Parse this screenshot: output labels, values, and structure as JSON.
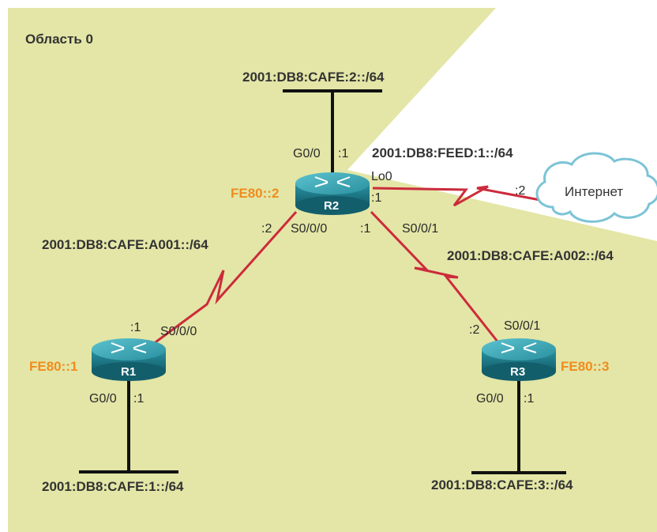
{
  "area_label": "Область 0",
  "colors": {
    "area_fill": "#e3e6a6",
    "serial_link": "#cc2b3c",
    "link_local": "#f08c1e",
    "router_body": "#1c7a8a",
    "cloud_outline": "#7bc4d6"
  },
  "routers": {
    "r1": {
      "name": "R1",
      "link_local": "FE80::1"
    },
    "r2": {
      "name": "R2",
      "link_local": "FE80::2"
    },
    "r3": {
      "name": "R3",
      "link_local": "FE80::3"
    }
  },
  "networks": {
    "cafe2": "2001:DB8:CAFE:2::/64",
    "feed1": "2001:DB8:FEED:1::/64",
    "a001": "2001:DB8:CAFE:A001::/64",
    "a002": "2001:DB8:CAFE:A002::/64",
    "cafe1": "2001:DB8:CAFE:1::/64",
    "cafe3": "2001:DB8:CAFE:3::/64"
  },
  "ports": {
    "r2_g00": "G0/0",
    "r2_g00_host": ":1",
    "r2_lo0": "Lo0",
    "r2_lo0_host": ":1",
    "isp_host": ":2",
    "r2_s000_host": ":2",
    "r2_s000": "S0/0/0",
    "r2_s001_host": ":1",
    "r2_s001": "S0/0/1",
    "r1_s000_host": ":1",
    "r1_s000": "S0/0/0",
    "r1_g00": "G0/0",
    "r1_g00_host": ":1",
    "r3_s001_host": ":2",
    "r3_s001": "S0/0/1",
    "r3_g00": "G0/0",
    "r3_g00_host": ":1"
  },
  "internet_label": "Интернет",
  "icons": {
    "router": "router-icon",
    "cloud": "cloud-icon",
    "serial": "serial-link-icon"
  }
}
